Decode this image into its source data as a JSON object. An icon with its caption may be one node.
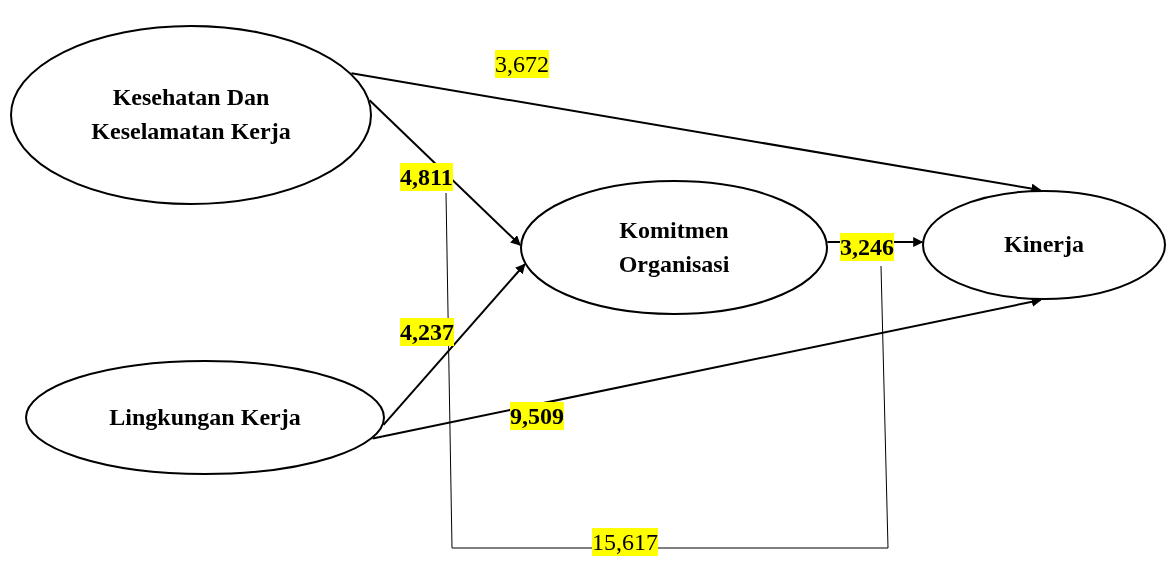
{
  "diagram": {
    "nodes": [
      {
        "text": [
          "Kesehatan Dan Keselamatan Kerja"
        ]
      },
      {
        "text": [
          "Komitmen Organisasi"
        ]
      },
      {
        "text": [
          "Kinerja"
        ]
      },
      {
        "text": [
          "Lingkungan Kerja"
        ]
      }
    ],
    "edges": [
      {
        "from": 0,
        "to": 2,
        "arrow": "to",
        "label": "3,672"
      },
      {
        "from": 0,
        "to": 1,
        "arrow": "to",
        "label": "4,811"
      },
      {
        "from": 1,
        "to": 2,
        "arrow": "to",
        "label": "3,246"
      },
      {
        "from": 3,
        "to": 1,
        "arrow": "to",
        "label": "4,237"
      },
      {
        "from": 3,
        "to": 2,
        "arrow": "to",
        "label": "9,509"
      }
    ],
    "labels": [
      "15,617"
    ]
  }
}
